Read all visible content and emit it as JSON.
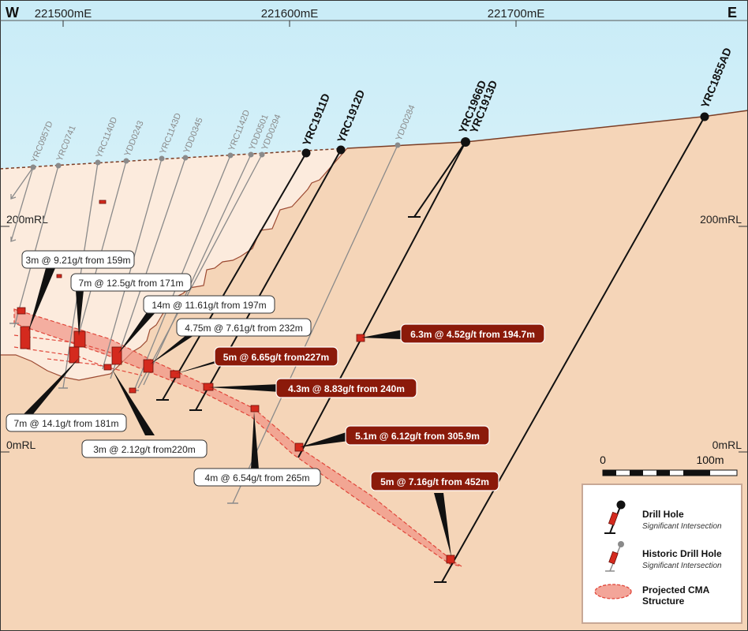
{
  "compass": {
    "west": "W",
    "east": "E"
  },
  "eastings": [
    "221500mE",
    "221600mE",
    "221700mE"
  ],
  "rl_labels": {
    "left_200": "200mRL",
    "right_200": "200mRL",
    "left_0": "0mRL",
    "right_0": "0mRL"
  },
  "drill_holes": [
    "YRC1911D",
    "YRC1912D",
    "YRC1966D",
    "YRC1913D",
    "YRC1855AD"
  ],
  "historic_holes": [
    "YRC0957D",
    "YRC0741",
    "YRC1140D",
    "YDD0243",
    "YRC1143D",
    "YDD0345",
    "YRC1142D",
    "YDD0501",
    "YDD0294",
    "YDD0284"
  ],
  "intercepts_historic": [
    "3m @ 9.21g/t from 159m",
    "7m @ 12.5g/t from 171m",
    "14m @ 11.61g/t from 197m",
    "4.75m @ 7.61g/t from 232m",
    "7m @ 14.1g/t from 181m",
    "3m @ 2.12g/t from220m",
    "4m @ 6.54g/t from 265m"
  ],
  "intercepts_new": [
    "5m @ 6.65g/t from227m",
    "4.3m @ 8.83g/t from 240m",
    "6.3m @ 4.52g/t from 194.7m",
    "5.1m @ 6.12g/t from 305.9m",
    "5m @ 7.16g/t from 452m"
  ],
  "scale_bar": {
    "start": "0",
    "end": "100m"
  },
  "legend": {
    "drill_hole": "Drill Hole",
    "drill_hole_sub": "Significant Intersection",
    "historic_hole": "Historic Drill Hole",
    "historic_hole_sub": "Significant Intersection",
    "cma_line1": "Projected CMA",
    "cma_line2": "Structure"
  },
  "colors": {
    "rock": "#f5d5b8",
    "oxide_light": "#fbe9da",
    "intercept_dark": "#8b1a0a",
    "intercept_red": "#d42a1e",
    "cma_fill": "#f08e80",
    "historic_grey": "#8a8a8a"
  }
}
